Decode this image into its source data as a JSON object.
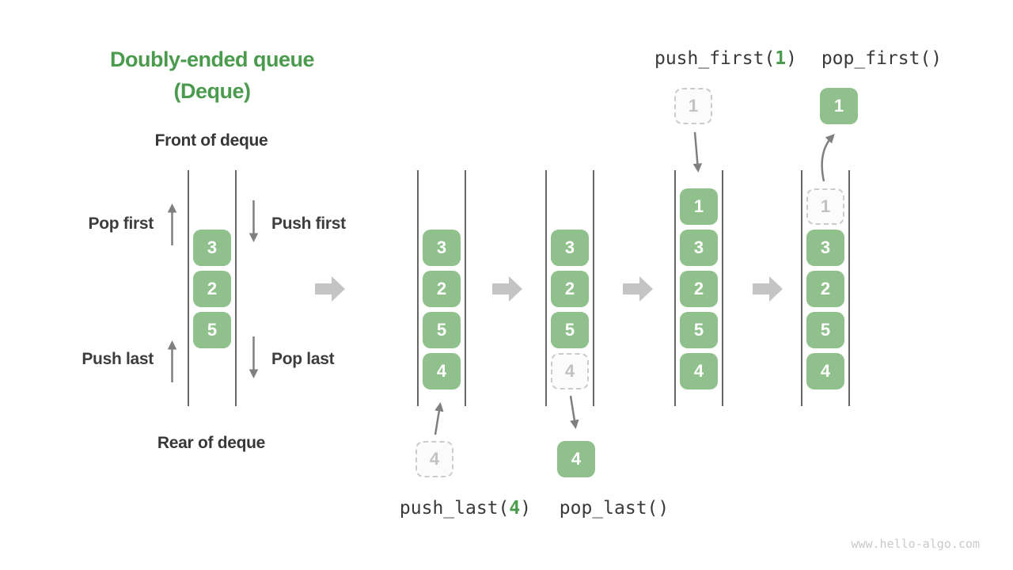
{
  "watermark": "www.hello-algo.com",
  "colors": {
    "cell_green": "#90C18C",
    "accent_green": "#4A9B4E",
    "dark_text": "#3D3D3D",
    "wall_gray": "#666666",
    "small_arrow_gray": "#7F7F7F",
    "big_arrow_gray": "#C4C4C4",
    "ghost_border": "#CBCBCB",
    "ghost_text": "#C2C2C2"
  },
  "title": {
    "line1": "Doubly-ended queue",
    "line2": "(Deque)"
  },
  "labels": {
    "front": "Front of deque",
    "rear": "Rear of deque",
    "pop_first": "Pop first",
    "push_first": "Push first",
    "push_last": "Push last",
    "pop_last": "Pop last"
  },
  "operations": {
    "push_first": {
      "pre": "push_first(",
      "arg": "1",
      "post": ")"
    },
    "pop_first": "pop_first()",
    "push_last": {
      "pre": "push_last(",
      "arg": "4",
      "post": ")"
    },
    "pop_last": "pop_last()"
  },
  "queues": {
    "demo": {
      "cells": [
        "3",
        "2",
        "5"
      ]
    },
    "after_push_last": {
      "cells": [
        "3",
        "2",
        "5",
        "4"
      ],
      "incoming": "4"
    },
    "after_pop_last": {
      "cells": [
        "3",
        "2",
        "5"
      ],
      "ghost": "4",
      "popped": "4"
    },
    "after_push_first": {
      "cells": [
        "1",
        "3",
        "2",
        "5",
        "4"
      ],
      "incoming": "1"
    },
    "after_pop_first": {
      "cells": [
        "3",
        "2",
        "5",
        "4"
      ],
      "ghost": "1",
      "popped": "1"
    }
  }
}
